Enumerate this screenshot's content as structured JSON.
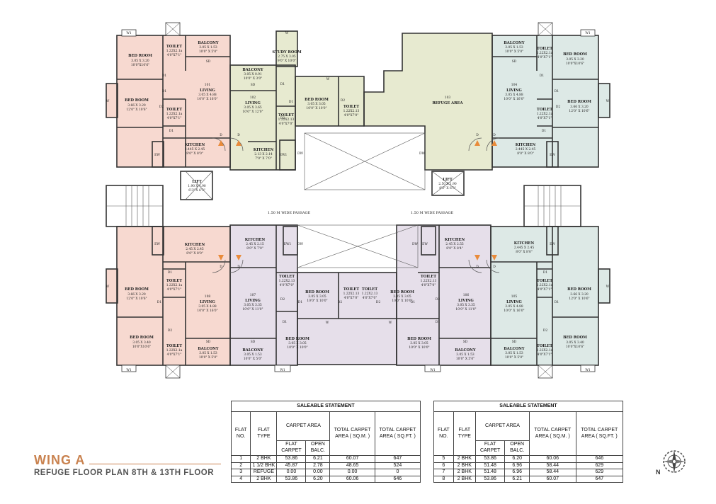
{
  "title": {
    "wing": "WING A",
    "subtitle": "REFUGE FLOOR PLAN 8TH & 13TH FLOOR"
  },
  "compass": {
    "north_label": "N"
  },
  "colors": {
    "pink": "#f7d9d0",
    "green": "#e7ead0",
    "teal": "#dde9e6",
    "lilac": "#e6dfea",
    "accent": "#c9824f",
    "marker": "#e98b3a"
  },
  "plan": {
    "passage_left": "1.50 M WIDE PASSAGE",
    "passage_right": "1.50 M WIDE PASSAGE",
    "flat_101": {
      "balcony": {
        "name": "BALCONY",
        "metric": "3.05 X 1.53",
        "imperial": "10'0\" X 5'0\""
      },
      "toilet1": {
        "name": "TOILET",
        "metric": "1.22X2.1a",
        "imperial": "4'0\"X7'1\""
      },
      "bedroom1": {
        "name": "BED ROOM",
        "metric": "3.05 X 3.20",
        "imperial": "10'0\"X10'6\""
      },
      "bedroom2": {
        "name": "BED ROOM",
        "metric": "3.66 X 3.20",
        "imperial": "12'0\" X 10'6\""
      },
      "living": {
        "no": "101",
        "name": "LIVING",
        "metric": "3.05 X 4.88",
        "imperial": "10'0\" X 16'0\""
      },
      "toilet2": {
        "name": "TOILET",
        "metric": "1.22X2.1a",
        "imperial": "4'0\"X7'1\""
      },
      "kitchen": {
        "name": "KITCHEN",
        "metric": "2.445 X 2.45",
        "imperial": "8'0\" X 8'0\""
      }
    },
    "flat_102": {
      "study": {
        "name": "STUDY ROOM",
        "metric": "2.75 X 3.05",
        "imperial": "9'0\" X 10'0\""
      },
      "balcony": {
        "name": "BALCONY",
        "metric": "3.05 X 0.91",
        "imperial": "10'0\" X 3'0\""
      },
      "living": {
        "no": "102",
        "name": "LIVING",
        "metric": "3.05 X 3.65",
        "imperial": "10'0\" X 12'0\""
      },
      "bedroom": {
        "name": "BED ROOM",
        "metric": "3.05 X 3.05",
        "imperial": "10'0\" X 10'0\""
      },
      "toilet1": {
        "name": "TOILET",
        "metric": "1.22X2.13",
        "imperial": "4'0\"X7'0\""
      },
      "toilet2": {
        "name": "TOILET",
        "metric": "1.22X2.13",
        "imperial": "4'0\"X7'0\""
      },
      "kitchen": {
        "name": "KITCHEN",
        "metric": "2.13 X 2.14",
        "imperial": "7'0\" X 7'0\""
      }
    },
    "refuge": {
      "no": "103",
      "name": "REFUGE AREA"
    },
    "flat_104": {
      "balcony": {
        "name": "BALCONY",
        "metric": "3.05 X 1.53",
        "imperial": "10'0\" X 5'0\""
      },
      "toilet1": {
        "name": "TOILET",
        "metric": "1.22X2.1a",
        "imperial": "4'0\"X7'1\""
      },
      "bedroom1": {
        "name": "BED ROOM",
        "metric": "3.05 X 3.20",
        "imperial": "10'0\"X10'6\""
      },
      "living": {
        "no": "104",
        "name": "LIVING",
        "metric": "3.05 X 4.88",
        "imperial": "10'0\" X 16'0\""
      },
      "bedroom2": {
        "name": "BED ROOM",
        "metric": "3.66 X 3.20",
        "imperial": "12'0\" X 10'6\""
      },
      "toilet2": {
        "name": "TOILET",
        "metric": "1.22X2.1a",
        "imperial": "4'0\"X7'1\""
      },
      "kitchen": {
        "name": "KITCHEN",
        "metric": "2.445 X 2.45",
        "imperial": "8'0\" X 8'0\""
      }
    },
    "lift_left": {
      "name": "LIFT",
      "metric": "1.90 X 1.90",
      "imperial": "6'3\" X 6'3\""
    },
    "lift_right": {
      "name": "LIFT",
      "metric": "2.50 X 1.90",
      "imperial": "8'2\" X 6'3\""
    },
    "flat_108": {
      "kitchen": {
        "name": "KITCHEN",
        "metric": "2.45 X 2.45",
        "imperial": "8'0\" X 8'0\""
      },
      "toilet1": {
        "name": "TOILET",
        "metric": "1.22X2.1a",
        "imperial": "4'0\"X7'1\""
      },
      "bedroom1": {
        "name": "BED ROOM",
        "metric": "3.66 X 3.20",
        "imperial": "12'0\" X 10'6\""
      },
      "living": {
        "no": "108",
        "name": "LIVING",
        "metric": "3.05 X 4.88",
        "imperial": "10'0\" X 16'0\""
      },
      "bedroom2": {
        "name": "BED ROOM",
        "metric": "3.05 X 3.40",
        "imperial": "10'0\"X10'6\""
      },
      "toilet2": {
        "name": "TOILET",
        "metric": "1.22X2.1a",
        "imperial": "4'0\"X7'1\""
      },
      "balcony": {
        "name": "BALCONY",
        "metric": "3.05 X 1.53",
        "imperial": "10'0\" X 5'0\""
      }
    },
    "flat_107": {
      "kitchen": {
        "name": "KITCHEN",
        "metric": "2.45 X 2.15",
        "imperial": "8'0\" X 7'0\""
      },
      "toilet": {
        "name": "TOILET",
        "metric": "1.22X2.13",
        "imperial": "4'0\"X7'0\""
      },
      "living": {
        "no": "107",
        "name": "LIVING",
        "metric": "3.05 X 3.35",
        "imperial": "10'0\" X 11'0\""
      },
      "bedroom1": {
        "name": "BED ROOM",
        "metric": "3.05 X 3.05",
        "imperial": "10'0\" X 10'0\""
      },
      "bedroom2": {
        "name": "BED ROOM",
        "metric": "3.05 X 3.05",
        "imperial": "10'0\" X 10'0\""
      },
      "toilet2": {
        "name": "TOILET",
        "metric": "1.22X2.13",
        "imperial": "4'0\"X7'0\""
      },
      "balcony": {
        "name": "BALCONY",
        "metric": "3.05 X 1.53",
        "imperial": "10'0\" X 5'0\""
      }
    },
    "flat_106": {
      "kitchen": {
        "name": "KITCHEN",
        "metric": "2.45 X 2.55",
        "imperial": "8'0\" X 8'4\""
      },
      "toilet1": {
        "name": "TOILET",
        "metric": "1.22X2.13",
        "imperial": "4'0\"X7'0\""
      },
      "toilet2": {
        "name": "TOILET",
        "metric": "1.22X2.13",
        "imperial": "4'0\"X7'0\""
      },
      "bedroom1": {
        "name": "BED ROOM",
        "metric": "3.05 X 3.05",
        "imperial": "10'0\" X 10'0\""
      },
      "living": {
        "no": "106",
        "name": "LIVING",
        "metric": "3.05 X 3.35",
        "imperial": "10'0\" X 11'0\""
      },
      "bedroom2": {
        "name": "BED ROOM",
        "metric": "3.05 X 3.05",
        "imperial": "10'0\" X 10'0\""
      },
      "balcony": {
        "name": "BALCONY",
        "metric": "3.05 X 1.53",
        "imperial": "10'0\" X 5'0\""
      }
    },
    "flat_105": {
      "kitchen": {
        "name": "KITCHEN",
        "metric": "2.445 X 2.45",
        "imperial": "8'0\" X 8'0\""
      },
      "toilet1": {
        "name": "TOILET",
        "metric": "1.22X2.1a",
        "imperial": "4'0\"X7'1\""
      },
      "living": {
        "no": "105",
        "name": "LIVING",
        "metric": "3.05 X 4.88",
        "imperial": "10'0\" X 16'0\""
      },
      "bedroom1": {
        "name": "BED ROOM",
        "metric": "3.66 X 3.20",
        "imperial": "12'0\" X 10'6\""
      },
      "bedroom2": {
        "name": "BED ROOM",
        "metric": "3.05 X 3.40",
        "imperial": "10'0\"X10'6\""
      },
      "toilet2": {
        "name": "TOILET",
        "metric": "1.22X2.1a",
        "imperial": "4'0\"X7'1\""
      },
      "balcony": {
        "name": "BALCONY",
        "metric": "3.05 X 1.53",
        "imperial": "10'0\" X 5'0\""
      }
    },
    "marks": {
      "door": "D",
      "door1": "D1",
      "door2": "D2",
      "window": "W",
      "window1": "W1",
      "sd": "SD",
      "ew": "EW",
      "ew1": "EW1",
      "dw": "DW"
    }
  },
  "tables": {
    "caption": "SALEABLE STATEMENT",
    "headers": {
      "flat_no": "FLAT NO.",
      "flat_type": "FLAT TYPE",
      "carpet_area": "CARPET AREA",
      "flat_carpet": "FLAT CARPET",
      "open_balc": "OPEN BALC.",
      "total_sqm": "TOTAL CARPET AREA ( SQ.M. )",
      "total_sqft": "TOTAL CARPET AREA ( SQ.FT. )"
    },
    "left": [
      {
        "no": "1",
        "type": "2 BHK",
        "carpet": "53.86",
        "balc": "6.21",
        "sqm": "60.07",
        "sqft": "647"
      },
      {
        "no": "2",
        "type": "1 1/2 BHK",
        "carpet": "45.87",
        "balc": "2.78",
        "sqm": "48.65",
        "sqft": "524"
      },
      {
        "no": "3",
        "type": "REFUGE",
        "carpet": "0.00",
        "balc": "0.00",
        "sqm": "0.00",
        "sqft": "0"
      },
      {
        "no": "4",
        "type": "2 BHK",
        "carpet": "53.86",
        "balc": "6.20",
        "sqm": "60.06",
        "sqft": "646"
      }
    ],
    "right": [
      {
        "no": "5",
        "type": "2 BHK",
        "carpet": "53.86",
        "balc": "6.20",
        "sqm": "60.06",
        "sqft": "646"
      },
      {
        "no": "6",
        "type": "2 BHK",
        "carpet": "51.48",
        "balc": "6.96",
        "sqm": "58.44",
        "sqft": "629"
      },
      {
        "no": "7",
        "type": "2 BHK",
        "carpet": "51.48",
        "balc": "6.96",
        "sqm": "58.44",
        "sqft": "629"
      },
      {
        "no": "8",
        "type": "2 BHK",
        "carpet": "53.86",
        "balc": "6.21",
        "sqm": "60.07",
        "sqft": "647"
      }
    ]
  }
}
